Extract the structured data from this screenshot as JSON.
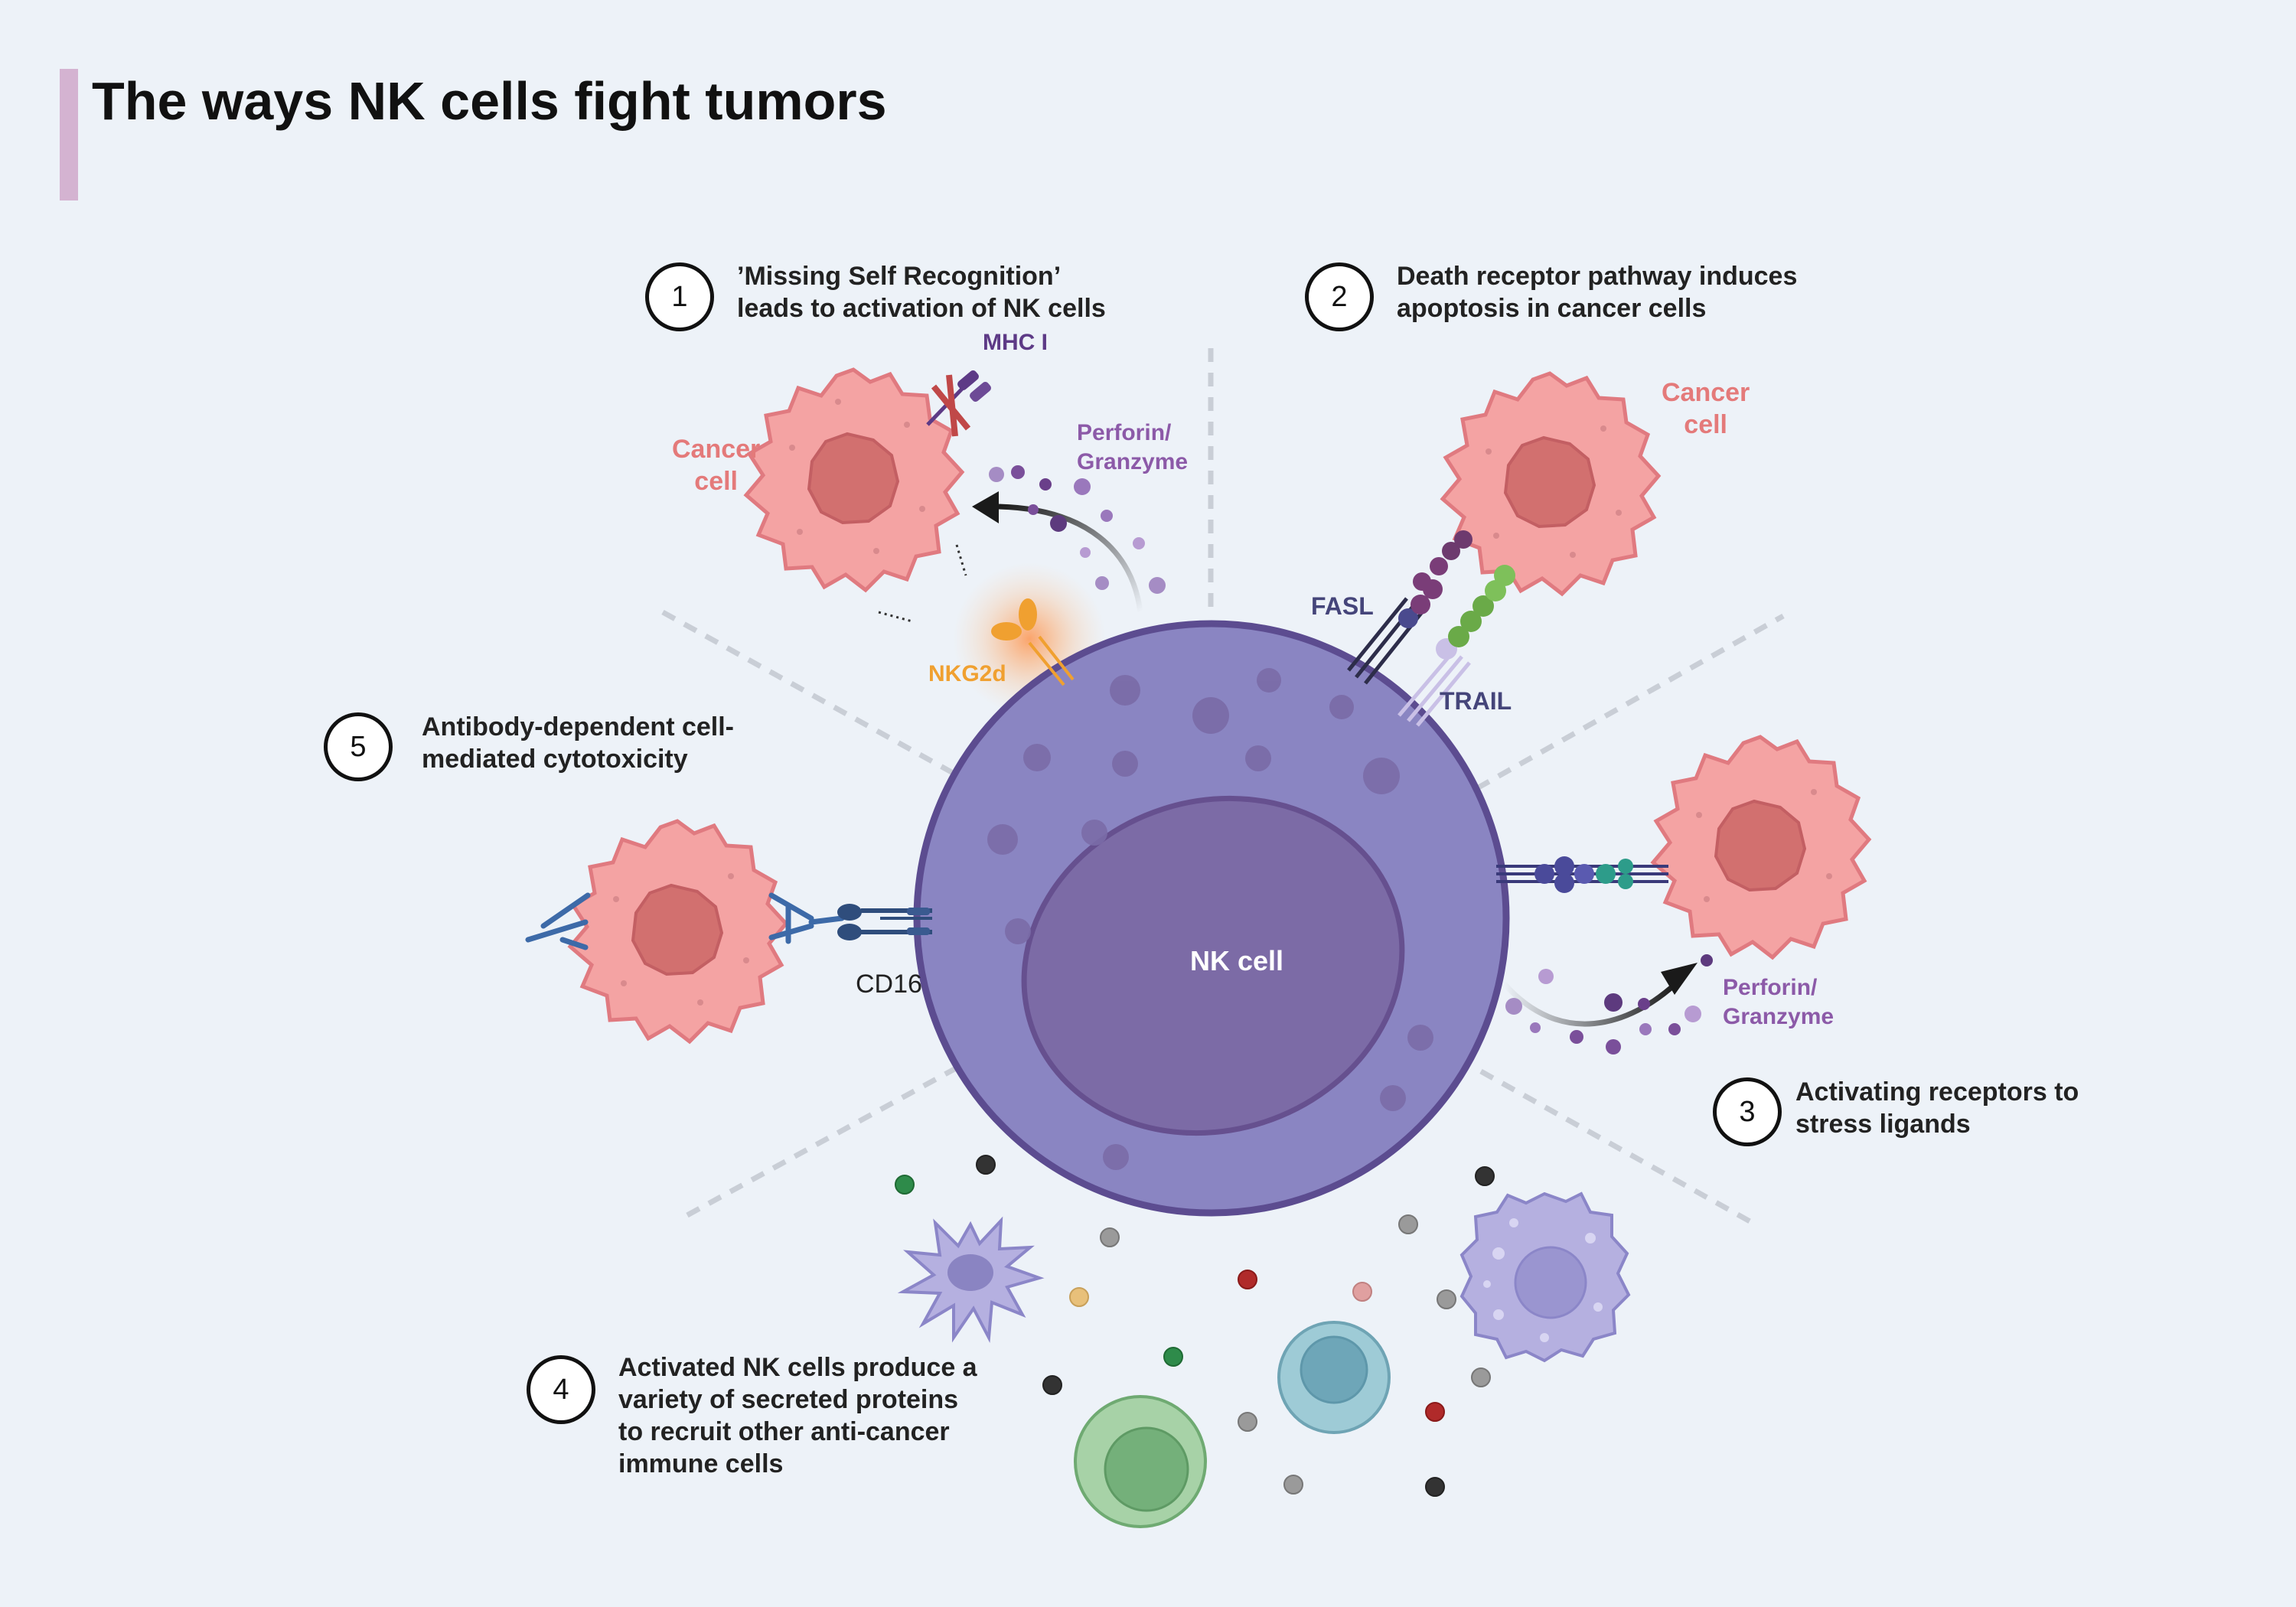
{
  "title": "The ways NK cells fight tumors",
  "steps": [
    {
      "number": "1",
      "line1": "’Missing Self Recognition’",
      "line2": "leads to activation of NK cells"
    },
    {
      "number": "2",
      "line1": "Death receptor pathway induces",
      "line2": "apoptosis in cancer cells"
    },
    {
      "number": "3",
      "line1": "Activating receptors to",
      "line2": "stress ligands"
    },
    {
      "number": "4",
      "line1": "Activated NK cells produce a",
      "line2": "variety of secreted proteins",
      "line3": "to recruit other anti-cancer",
      "line4": "immune cells"
    },
    {
      "number": "5",
      "line1": "Antibody-dependent cell-",
      "line2": "mediated cytotoxicity"
    }
  ],
  "labels": {
    "nk_cell": "NK cell",
    "cancer_cell_line1": "Cancer",
    "cancer_cell_line2": "cell",
    "mhc": "MHC I",
    "perforin_line1": "Perforin/",
    "perforin_line2": "Granzyme",
    "nkg2d": "NKG2d",
    "fasl": "FASL",
    "trail": "TRAIL",
    "cd16": "CD16"
  },
  "colors": {
    "background": "#edf2f8",
    "nk_cell": "#8a85c2",
    "nk_nucleus": "#7c6ba6",
    "cancer_cell": "#f4a3a3",
    "cancer_nucleus": "#d2706f",
    "cancer_label": "#e47a7a",
    "perforin_label": "#8c5aa8",
    "mhc_label": "#5d3a86",
    "nkg2d_label": "#f0a030",
    "receptor_label": "#45457a",
    "title_accent": "#d4b3d1"
  },
  "icons": [
    "nk-cell-icon",
    "cancer-cell-icon",
    "mhc-receptor-icon",
    "nkg2d-receptor-icon",
    "fasl-receptor-icon",
    "trail-receptor-icon",
    "cd16-receptor-icon",
    "antibody-icon",
    "granule-icon",
    "dendritic-cell-icon",
    "macrophage-icon",
    "t-cell-icon",
    "arrow-icon"
  ]
}
